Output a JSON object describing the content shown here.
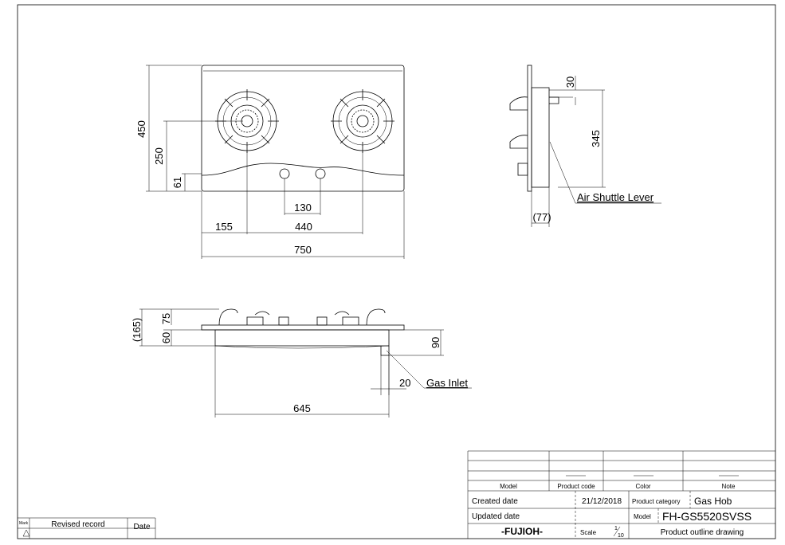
{
  "top_view": {
    "dims": {
      "depth": "450",
      "burner_depth": "250",
      "front_edge": "61",
      "knob_spacing": "130",
      "side_offset": "155",
      "burner_spacing": "440",
      "width": "750"
    }
  },
  "side_view": {
    "dims": {
      "top": "30",
      "height": "345",
      "thickness": "(77)"
    },
    "callout": "Air Shuttle Lever"
  },
  "front_view": {
    "dims": {
      "total_height": "(165)",
      "upper": "75",
      "lower": "60",
      "under": "90",
      "inlet_offset": "20",
      "cutout_width": "645"
    },
    "callout": "Gas Inlet"
  },
  "title_block": {
    "headers": [
      "Model",
      "Product code",
      "Color",
      "Note"
    ],
    "created_label": "Created date",
    "created_value": "21/12/2018",
    "category_label": "Product category",
    "category_value": "Gas Hob",
    "updated_label": "Updated date",
    "model_label": "Model",
    "model_value": "FH-GS5520SVSS",
    "brand": "-FUJIOH-",
    "scale_label": "Scale",
    "scale_num": "1",
    "scale_den": "10",
    "drawing_title": "Product outline drawing"
  },
  "revision_block": {
    "mark_label": "Mark",
    "record_label": "Revised record",
    "date_label": "Date"
  }
}
